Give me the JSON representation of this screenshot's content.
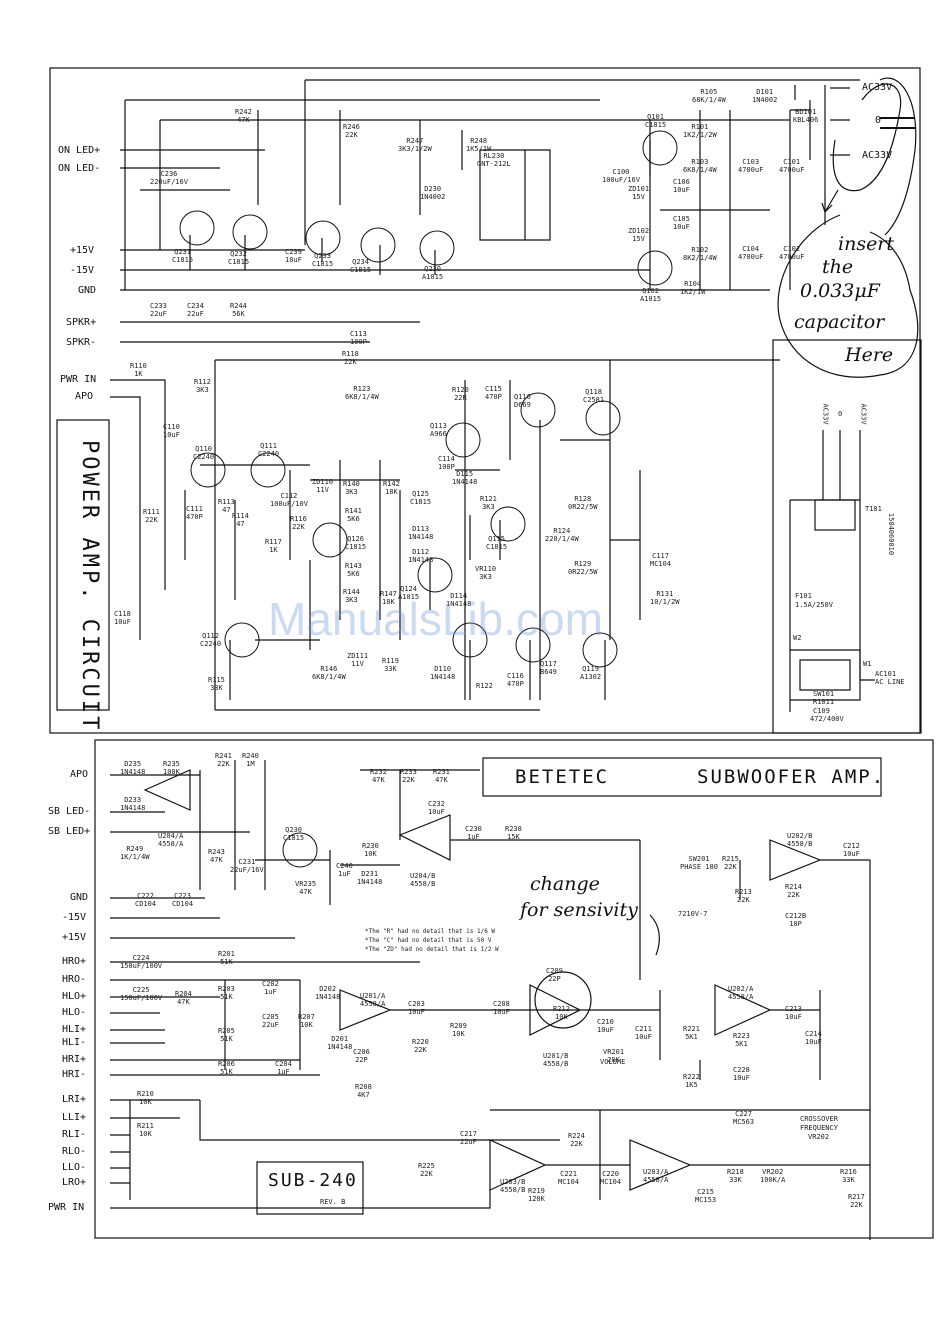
{
  "colors": {
    "ink": "#111111",
    "paper": "#ffffff",
    "watermark": "#6e96d7"
  },
  "watermark": "ManualsLib.com",
  "power_amp": {
    "title": "POWER AMP. CIRCUIT",
    "terminals": [
      "ON LED+",
      "ON LED-",
      "+15V",
      "-15V",
      "GND",
      "SPKR+",
      "SPKR-",
      "PWR IN",
      "APO"
    ],
    "components": [
      {
        "ref": "R242",
        "val": "47K"
      },
      {
        "ref": "R246",
        "val": "22K"
      },
      {
        "ref": "R247",
        "val": "3K3/1/2W"
      },
      {
        "ref": "R248",
        "val": "1K5/1W"
      },
      {
        "ref": "RL230",
        "val": "GNT-212L"
      },
      {
        "ref": "D230",
        "val": "1N4002"
      },
      {
        "ref": "C236",
        "val": "220uF/16V"
      },
      {
        "ref": "Q231",
        "val": "C1815"
      },
      {
        "ref": "Q232",
        "val": "C1815"
      },
      {
        "ref": "Q233",
        "val": "C1815"
      },
      {
        "ref": "Q234",
        "val": "C1815"
      },
      {
        "ref": "Q230",
        "val": "A1015"
      },
      {
        "ref": "C239",
        "val": "10uF"
      },
      {
        "ref": "C233",
        "val": "22uF"
      },
      {
        "ref": "C234",
        "val": "22uF"
      },
      {
        "ref": "R244",
        "val": "56K"
      },
      {
        "ref": "C113",
        "val": "100P"
      },
      {
        "ref": "R118",
        "val": "22K"
      },
      {
        "ref": "R110",
        "val": "1K"
      },
      {
        "ref": "R112",
        "val": "3K3"
      },
      {
        "ref": "R123",
        "val": "6K8/1/4W"
      },
      {
        "ref": "R120",
        "val": "22R"
      },
      {
        "ref": "C115",
        "val": "470P"
      },
      {
        "ref": "Q116",
        "val": "D669"
      },
      {
        "ref": "Q118",
        "val": "C2581"
      },
      {
        "ref": "C110",
        "val": "10uF"
      },
      {
        "ref": "Q113",
        "val": "A966"
      },
      {
        "ref": "Q110",
        "val": "C2240"
      },
      {
        "ref": "Q111",
        "val": "C2240"
      },
      {
        "ref": "C114",
        "val": "100P"
      },
      {
        "ref": "D115",
        "val": "1N4148"
      },
      {
        "ref": "R111",
        "val": "22K"
      },
      {
        "ref": "C111",
        "val": "470P"
      },
      {
        "ref": "R113",
        "val": "47"
      },
      {
        "ref": "R114",
        "val": "47"
      },
      {
        "ref": "C112",
        "val": "100uF/10V"
      },
      {
        "ref": "ZD110",
        "val": "11V"
      },
      {
        "ref": "R140",
        "val": "3K3"
      },
      {
        "ref": "R142",
        "val": "18K"
      },
      {
        "ref": "R141",
        "val": "5K6"
      },
      {
        "ref": "Q125",
        "val": "C1815"
      },
      {
        "ref": "R121",
        "val": "3K3"
      },
      {
        "ref": "Q115",
        "val": "C1815"
      },
      {
        "ref": "R124",
        "val": "220/1/4W"
      },
      {
        "ref": "R128",
        "val": "0R22/5W"
      },
      {
        "ref": "R129",
        "val": "0R22/5W"
      },
      {
        "ref": "C117",
        "val": "MC104"
      },
      {
        "ref": "R131",
        "val": "10/1/2W"
      },
      {
        "ref": "R116",
        "val": "22K"
      },
      {
        "ref": "R117",
        "val": "1K"
      },
      {
        "ref": "Q126",
        "val": "C1815"
      },
      {
        "ref": "D113",
        "val": "1N4148"
      },
      {
        "ref": "D112",
        "val": "1N4148"
      },
      {
        "ref": "R143",
        "val": "5K6"
      },
      {
        "ref": "Q124",
        "val": "A1015"
      },
      {
        "ref": "VR110",
        "val": "3K3"
      },
      {
        "ref": "R144",
        "val": "3K3"
      },
      {
        "ref": "R147",
        "val": "18K"
      },
      {
        "ref": "D114",
        "val": "1N4148"
      },
      {
        "ref": "C118",
        "val": "10uF"
      },
      {
        "ref": "Q112",
        "val": "C2240"
      },
      {
        "ref": "R115",
        "val": "33K"
      },
      {
        "ref": "R146",
        "val": "6K8/1/4W"
      },
      {
        "ref": "ZD111",
        "val": "11V"
      },
      {
        "ref": "R119",
        "val": "33K"
      },
      {
        "ref": "D110",
        "val": "1N4148"
      },
      {
        "ref": "Q117",
        "val": "B649"
      },
      {
        "ref": "Q119",
        "val": "A1302"
      },
      {
        "ref": "C116",
        "val": "470P"
      },
      {
        "ref": "R122",
        "val": ""
      },
      {
        "ref": "R105",
        "val": "68K/1/4W"
      },
      {
        "ref": "D101",
        "val": "1N4002"
      },
      {
        "ref": "BD101",
        "val": "KBL406"
      },
      {
        "ref": "Q101",
        "val": "C1815"
      },
      {
        "ref": "Q102",
        "val": "A1015"
      },
      {
        "ref": "R101",
        "val": "1K2/1/2W"
      },
      {
        "ref": "R103",
        "val": "6K8/1/4W"
      },
      {
        "ref": "R102",
        "val": "8K2/1/4W"
      },
      {
        "ref": "R104",
        "val": "1K2/1W"
      },
      {
        "ref": "C100",
        "val": "100uF/16V"
      },
      {
        "ref": "C106",
        "val": "10uF"
      },
      {
        "ref": "C105",
        "val": "10uF"
      },
      {
        "ref": "ZD101",
        "val": "15V"
      },
      {
        "ref": "ZD102",
        "val": "15V"
      },
      {
        "ref": "C103",
        "val": "4700uF"
      },
      {
        "ref": "C101",
        "val": "4700uF"
      },
      {
        "ref": "C104",
        "val": "4700uF"
      },
      {
        "ref": "C102",
        "val": "4700uF"
      }
    ],
    "psu_terminals": [
      "AC33V",
      "0",
      "AC33V"
    ]
  },
  "transformer": {
    "labels": [
      "AC33V",
      "0",
      "AC33V"
    ],
    "t101": "T101",
    "part": "1504060010",
    "fuse": "F101",
    "fuse_val": "1.5A/250V",
    "sw_label": "W2",
    "switch": "SW101",
    "switch_val": "R1011",
    "cap": "C109",
    "cap_val": "472/400V",
    "ac_label": "W1",
    "plug": "AC101",
    "plug_val": "AC LINE"
  },
  "subwoofer": {
    "title_brand": "BETETEC",
    "title_product": "SUBWOOFER AMP.",
    "terminals_left": [
      "APO",
      "SB LED-",
      "SB LED+",
      "GND",
      "-15V",
      "+15V"
    ],
    "inputs": [
      "HRO+",
      "HRO-",
      "HLO+",
      "HLO-",
      "HLI+",
      "HLI-",
      "HRI+",
      "HRI-"
    ],
    "line_inputs": [
      "LRI+",
      "LLI+",
      "RLI-",
      "RLO-",
      "LLO-",
      "LRO+",
      "PWR IN"
    ],
    "components": [
      {
        "ref": "D235",
        "val": "1N4148"
      },
      {
        "ref": "R235",
        "val": "100K"
      },
      {
        "ref": "D233",
        "val": "1N4148"
      },
      {
        "ref": "R241",
        "val": "22K"
      },
      {
        "ref": "R240",
        "val": "1M"
      },
      {
        "ref": "U204/A",
        "val": "4558/A"
      },
      {
        "ref": "R249",
        "val": "1K/1/4W"
      },
      {
        "ref": "R243",
        "val": "47K"
      },
      {
        "ref": "C231",
        "val": "22uF/16V"
      },
      {
        "ref": "Q230",
        "val": "C1815"
      },
      {
        "ref": "C222",
        "val": "CD104"
      },
      {
        "ref": "C223",
        "val": "CD104"
      },
      {
        "ref": "R230",
        "val": "10K"
      },
      {
        "ref": "R232",
        "val": "47K"
      },
      {
        "ref": "R233",
        "val": "22K"
      },
      {
        "ref": "R231",
        "val": "47K"
      },
      {
        "ref": "C232",
        "val": "10uF"
      },
      {
        "ref": "U204/B",
        "val": "4558/B"
      },
      {
        "ref": "C230",
        "val": "1uF"
      },
      {
        "ref": "R238",
        "val": "15K"
      },
      {
        "ref": "D231",
        "val": "1N4148"
      },
      {
        "ref": "VR235",
        "val": "47K"
      },
      {
        "ref": "C240",
        "val": "1uF"
      },
      {
        "ref": "R201",
        "val": "51K"
      },
      {
        "ref": "R203",
        "val": "51K"
      },
      {
        "ref": "R204",
        "val": "47K"
      },
      {
        "ref": "R205",
        "val": "51K"
      },
      {
        "ref": "R206",
        "val": "51K"
      },
      {
        "ref": "C224",
        "val": "150uF/100V"
      },
      {
        "ref": "C225",
        "val": "150uF/100V"
      },
      {
        "ref": "C202",
        "val": "1uF"
      },
      {
        "ref": "C205",
        "val": "22uF"
      },
      {
        "ref": "R207",
        "val": "10K"
      },
      {
        "ref": "D202",
        "val": "1N4148"
      },
      {
        "ref": "D201",
        "val": "1N4148"
      },
      {
        "ref": "U201/A",
        "val": "4558/A"
      },
      {
        "ref": "C206",
        "val": "22P"
      },
      {
        "ref": "R208",
        "val": "4K7"
      },
      {
        "ref": "C204",
        "val": "1uF"
      },
      {
        "ref": "C203",
        "val": "10uF"
      },
      {
        "ref": "R209",
        "val": "10K"
      },
      {
        "ref": "R220",
        "val": "22K"
      },
      {
        "ref": "C208",
        "val": "10uF"
      },
      {
        "ref": "C209",
        "val": "22P"
      },
      {
        "ref": "R212",
        "val": "10K"
      },
      {
        "ref": "U201/B",
        "val": "4558/B"
      },
      {
        "ref": "C210",
        "val": "10uF"
      },
      {
        "ref": "VR201",
        "val": "20K"
      },
      {
        "ref": "C211",
        "val": "10uF"
      },
      {
        "ref": "R221",
        "val": "5K1"
      },
      {
        "ref": "R222",
        "val": "1K5"
      },
      {
        "ref": "U202/A",
        "val": "4558/A"
      },
      {
        "ref": "R223",
        "val": "5K1"
      },
      {
        "ref": "C228",
        "val": "10uF"
      },
      {
        "ref": "C213",
        "val": "10uF"
      },
      {
        "ref": "SW201",
        "val": "PHASE 180"
      },
      {
        "ref": "R215",
        "val": "22K"
      },
      {
        "ref": "R213",
        "val": "22K"
      },
      {
        "ref": "R214",
        "val": "22K"
      },
      {
        "ref": "U202/B",
        "val": "4558/B"
      },
      {
        "ref": "C212",
        "val": "10uF"
      },
      {
        "ref": "C214",
        "val": "10uF"
      },
      {
        "ref": "C212B",
        "val": "10P"
      },
      {
        "ref": "R210",
        "val": "10K"
      },
      {
        "ref": "R211",
        "val": "10K"
      },
      {
        "ref": "C217",
        "val": "22uF"
      },
      {
        "ref": "R225",
        "val": "22K"
      },
      {
        "ref": "U203/B",
        "val": "4558/B"
      },
      {
        "ref": "R219",
        "val": "120K"
      },
      {
        "ref": "C221",
        "val": "MC104"
      },
      {
        "ref": "R224",
        "val": "22K"
      },
      {
        "ref": "C220",
        "val": "MC104"
      },
      {
        "ref": "U203/A",
        "val": "4558/A"
      },
      {
        "ref": "C227",
        "val": "MC563"
      },
      {
        "ref": "C215",
        "val": "MC153"
      },
      {
        "ref": "R218",
        "val": "33K"
      },
      {
        "ref": "VR202",
        "val": "100K/A"
      },
      {
        "ref": "R216",
        "val": "33K"
      },
      {
        "ref": "R217",
        "val": "22K"
      }
    ],
    "notes": [
      "*The \"R\" had no detail that is 1/6 W",
      "*The \"C\" had no detail that is 50 V",
      "*The \"ZD\" had no detail that is 1/2 W"
    ],
    "crossover_label": "CROSSOVER",
    "crossover_label2": "FREQUENCY",
    "crossover_ref": "VR202",
    "volume_label": "VOLUME",
    "phase_ref": "7210V-7",
    "model": "SUB-240",
    "rev": "REV. B"
  },
  "handwriting": {
    "insert": [
      "insert",
      "the",
      "0.033μF",
      "capacitor",
      "Here"
    ],
    "change": [
      "change",
      "for sensivity"
    ]
  }
}
